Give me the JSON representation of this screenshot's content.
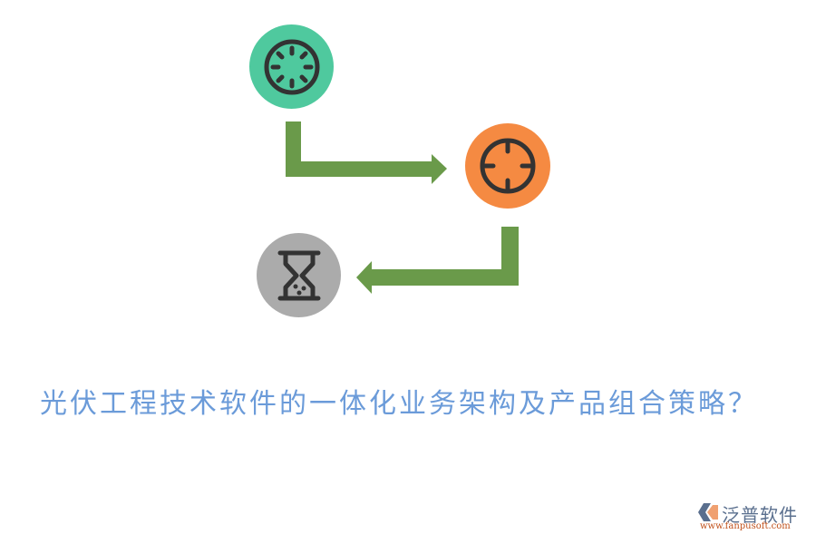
{
  "diagram": {
    "nodes": [
      {
        "id": "node-1",
        "icon": "loading-spinner-icon",
        "color": "#4fc99e"
      },
      {
        "id": "node-2",
        "icon": "crosshair-target-icon",
        "color": "#f58a42"
      },
      {
        "id": "node-3",
        "icon": "hourglass-icon",
        "color": "#ababab"
      }
    ],
    "edges": [
      {
        "from": "node-1",
        "to": "node-2",
        "shape": "elbow-down-right",
        "color": "#6a9a4a"
      },
      {
        "from": "node-2",
        "to": "node-3",
        "shape": "elbow-down-left",
        "color": "#6a9a4a"
      }
    ],
    "icon_stroke_color": "#333333"
  },
  "title": "光伏工程技术软件的一体化业务架构及产品组合策略？",
  "logo": {
    "name": "泛普软件",
    "url": "www.fanpusoft.com"
  }
}
